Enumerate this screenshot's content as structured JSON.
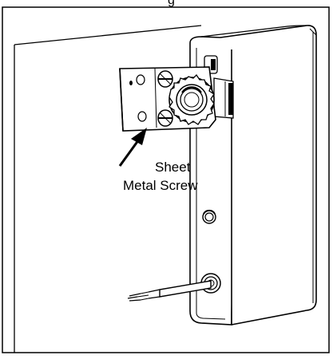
{
  "top_text": "g",
  "callout": {
    "line1": "Sheet",
    "line2": "Metal Screw"
  }
}
